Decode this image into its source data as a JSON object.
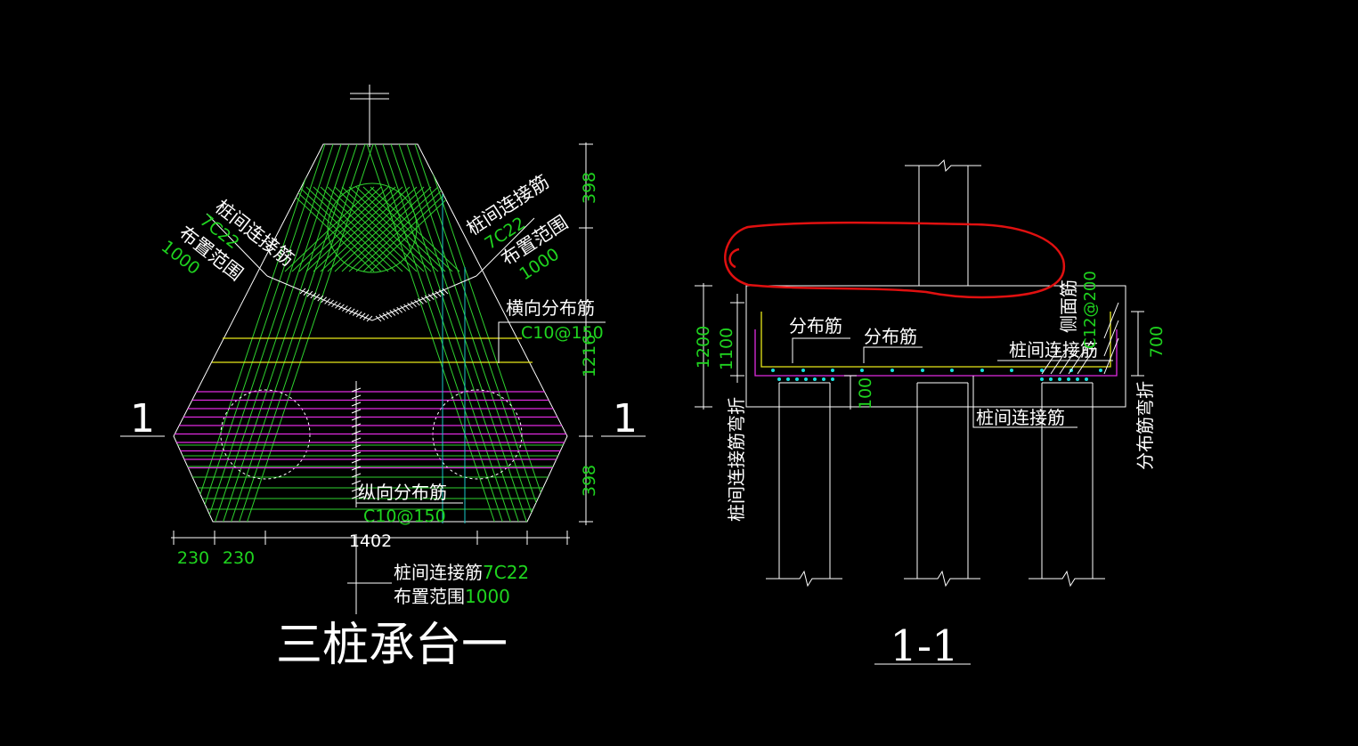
{
  "plan": {
    "title": "三桩承台一",
    "section_mark_left": "1",
    "section_mark_right": "1",
    "left_tie_label": "桩间连接筋",
    "left_tie_spec": "7C22",
    "left_range_label": "布置范围",
    "left_range_value": "1000",
    "right_tie_label": "桩间连接筋",
    "right_tie_spec": "7C22",
    "right_range_label": "布置范围",
    "right_range_value": "1000",
    "transverse_label": "横向分布筋",
    "transverse_spec": "C10@150",
    "longitudinal_label": "纵向分布筋",
    "longitudinal_spec": "C10@150",
    "bottom_tie_label": "桩间连接筋",
    "bottom_tie_spec": "7C22",
    "bottom_range_label": "布置范围",
    "bottom_range_value": "1000",
    "dim_top": "398",
    "dim_middle": "1216",
    "dim_bottom": "398",
    "dim_h1": "230",
    "dim_h2": "230",
    "dim_h3": "1402"
  },
  "section": {
    "title": "1-1",
    "dim_1200": "1200",
    "dim_1100": "1100",
    "dim_100": "100",
    "dim_700": "700",
    "dist_bar_1": "分布筋",
    "dist_bar_2": "分布筋",
    "tie_bar_top": "桩间连接筋",
    "tie_bar_bottom": "桩间连接筋",
    "side_bar": "侧面筋",
    "side_bar_spec": "C12@200",
    "left_vertical_note": "桩间连接筋弯折",
    "right_vertical_note": "分布筋弯折"
  },
  "colors": {
    "background": "#000000",
    "line": "#ffffff",
    "green": "#2fd22f",
    "yellow": "#e8e81a",
    "magenta": "#e02be0",
    "cyan": "#18c8c8",
    "markup_red": "#e01010"
  }
}
